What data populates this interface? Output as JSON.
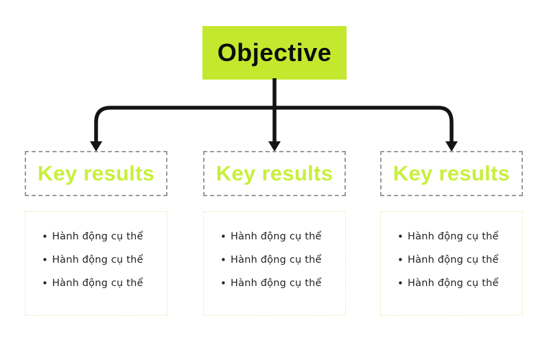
{
  "colors": {
    "background": "#ffffff",
    "lime": "#c3e82e",
    "lime_text": "#c9ef3c",
    "arrow": "#141414",
    "kr_border": "#9a9a9a",
    "actions_border": "#dce9a8",
    "heading_text": "#0d0d0d",
    "body_text": "#222222"
  },
  "objective": {
    "label": "Objective"
  },
  "columns": [
    {
      "key_results_label": "Key results",
      "actions": [
        "Hành động cụ thể",
        "Hành động cụ thể",
        "Hành động cụ thể"
      ]
    },
    {
      "key_results_label": "Key results",
      "actions": [
        "Hành động cụ thể",
        "Hành động cụ thể",
        "Hành động cụ thể"
      ]
    },
    {
      "key_results_label": "Key results",
      "actions": [
        "Hành động cụ thể",
        "Hành động cụ thể",
        "Hành động cụ thể"
      ]
    }
  ]
}
